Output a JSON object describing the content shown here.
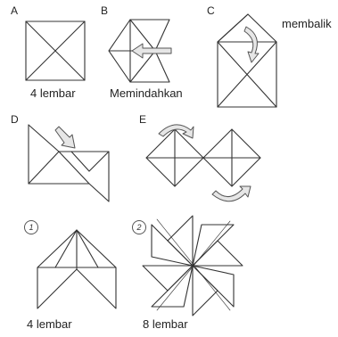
{
  "figures": [
    {
      "letter": "A",
      "caption": "4 lembar"
    },
    {
      "letter": "B",
      "caption": "Memindahkan"
    },
    {
      "letter": "C",
      "caption": "membalik"
    },
    {
      "letter": "D",
      "caption": ""
    },
    {
      "letter": "E",
      "caption": ""
    }
  ],
  "results": [
    {
      "marker": "1",
      "caption": "4 lembar"
    },
    {
      "marker": "2",
      "caption": "8 lembar"
    }
  ],
  "colors": {
    "line": "#333333",
    "arrow_fill": "#e6e6e6",
    "arrow_stroke": "#555555"
  }
}
